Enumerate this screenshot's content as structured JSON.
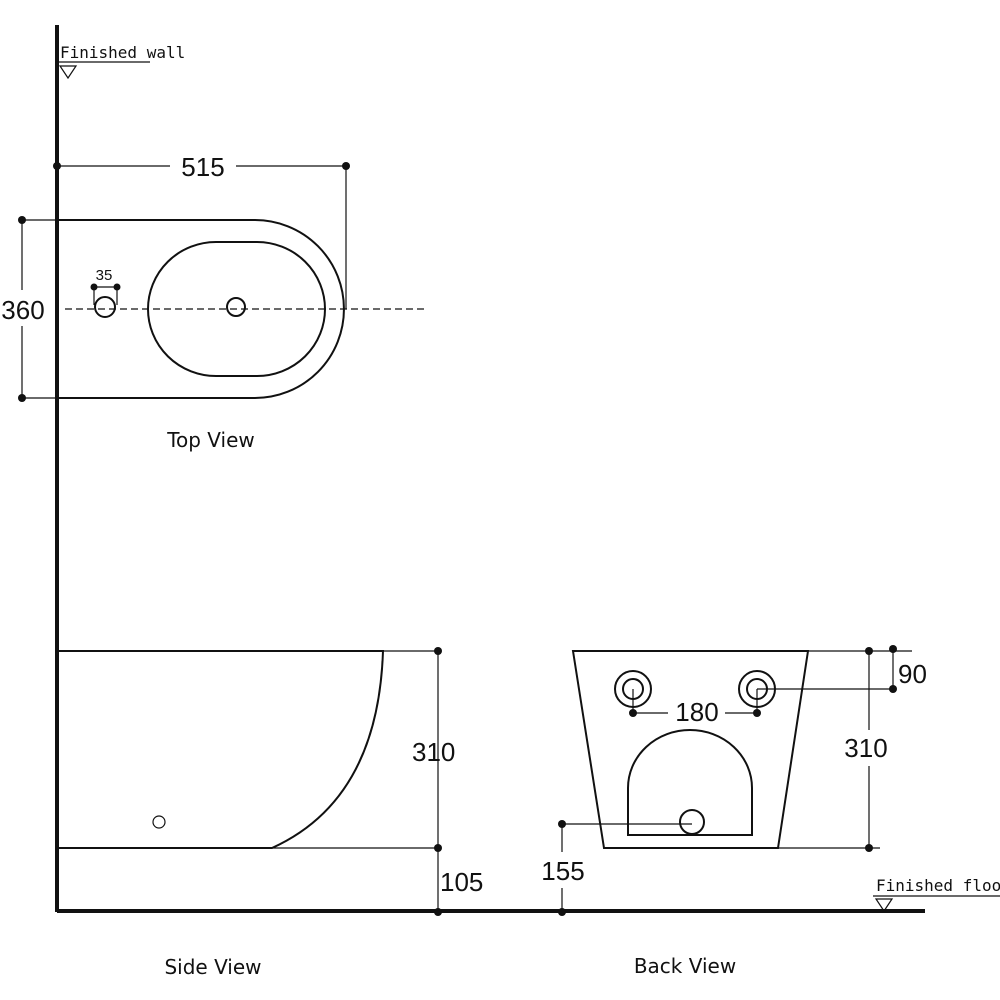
{
  "labels": {
    "finished_wall": "Finished  wall",
    "finished_floor": "Finished  floor",
    "top_view": "Top View",
    "side_view": "Side View",
    "back_view": "Back View"
  },
  "dimensions": {
    "top_length": "515",
    "top_width": "360",
    "top_inlet": "35",
    "side_height": "310",
    "side_floor_gap": "105",
    "back_bolt_spacing": "180",
    "back_bolt_top": "90",
    "back_height": "310",
    "back_outlet_height": "155"
  }
}
